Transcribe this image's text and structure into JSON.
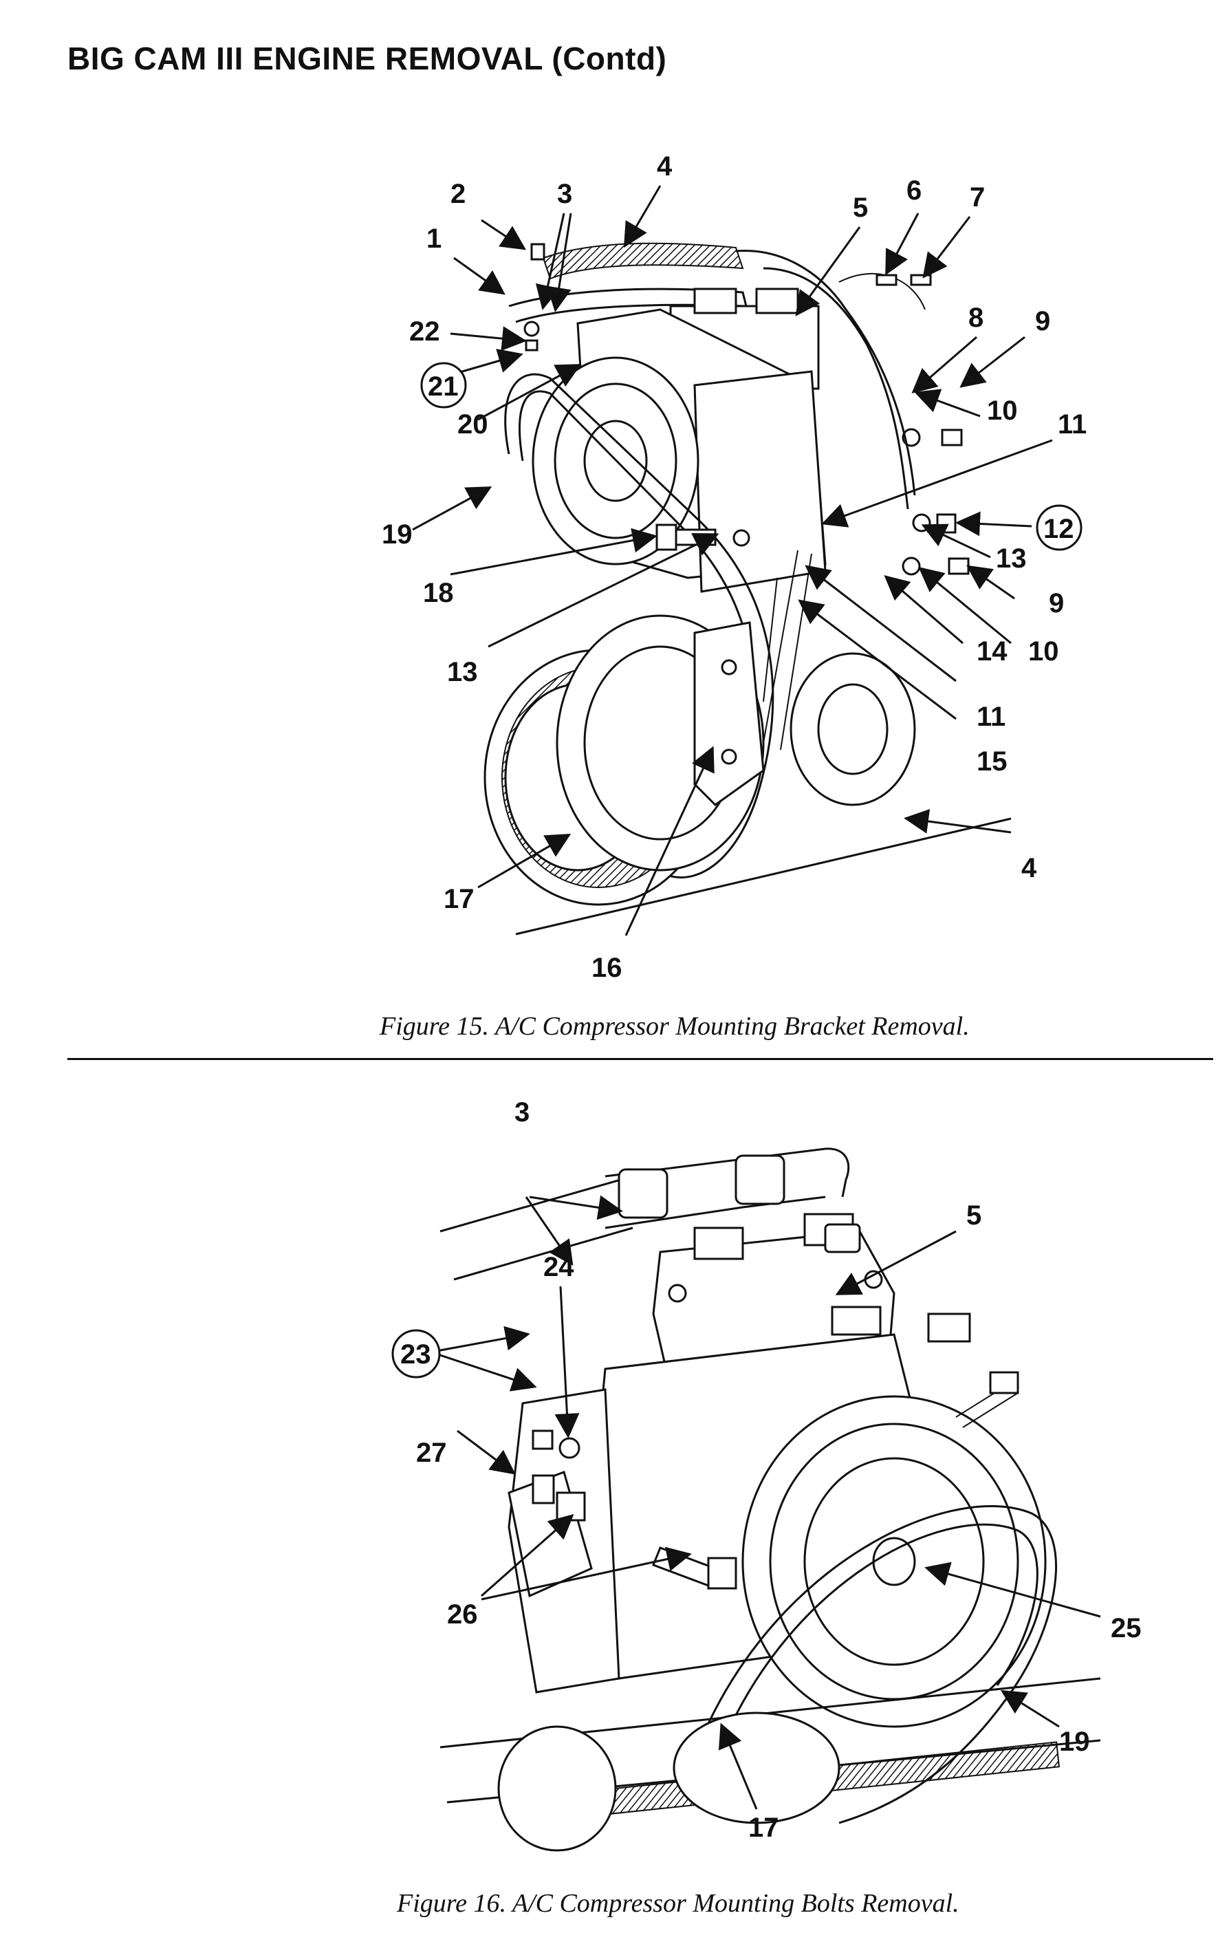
{
  "page": {
    "heading": "BIG CAM III ENGINE REMOVAL (Contd)"
  },
  "figure15": {
    "caption": "Figure 15.  A/C Compressor Mounting Bracket Removal.",
    "callouts": {
      "c1": "1",
      "c2": "2",
      "c3": "3",
      "c4a": "4",
      "c4b": "4",
      "c5": "5",
      "c6": "6",
      "c7": "7",
      "c8": "8",
      "c9a": "9",
      "c9b": "9",
      "c10a": "10",
      "c10b": "10",
      "c11a": "11",
      "c11b": "11",
      "c12": "12",
      "c13a": "13",
      "c13b": "13",
      "c14": "14",
      "c15": "15",
      "c16": "16",
      "c17": "17",
      "c18": "18",
      "c19": "19",
      "c20": "20",
      "c21": "21",
      "c22": "22"
    }
  },
  "figure16": {
    "caption": "Figure 16.  A/C Compressor Mounting Bolts Removal.",
    "callouts": {
      "c3": "3",
      "c5": "5",
      "c17": "17",
      "c19": "19",
      "c23": "23",
      "c24": "24",
      "c25": "25",
      "c26": "26",
      "c27": "27"
    }
  }
}
